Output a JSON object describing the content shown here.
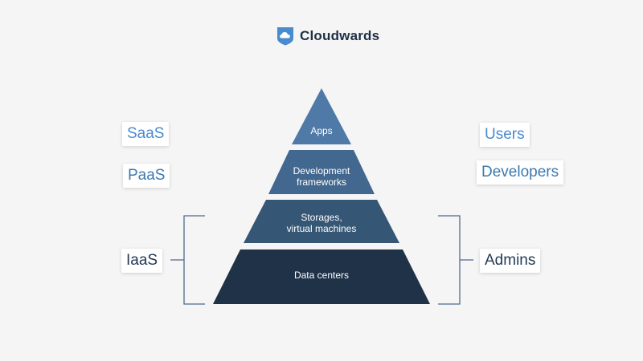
{
  "brand": {
    "name": "Cloudwards",
    "icon": "cloud-shield-icon",
    "color": "#4a8bd0"
  },
  "pyramid": {
    "tiers": [
      {
        "label": "Apps",
        "color": "#4f79a6"
      },
      {
        "label": "Development\nframeworks",
        "color": "#42688f"
      },
      {
        "label": "Storages,\nvirtual machines",
        "color": "#355674"
      },
      {
        "label": "Data centers",
        "color": "#1f3248"
      }
    ]
  },
  "left_labels": {
    "saas": "SaaS",
    "paas": "PaaS",
    "iaas": "IaaS"
  },
  "right_labels": {
    "users": "Users",
    "developers": "Developers",
    "admins": "Admins"
  },
  "colors": {
    "background": "#f5f5f6",
    "bracket": "#4e6b8c"
  }
}
